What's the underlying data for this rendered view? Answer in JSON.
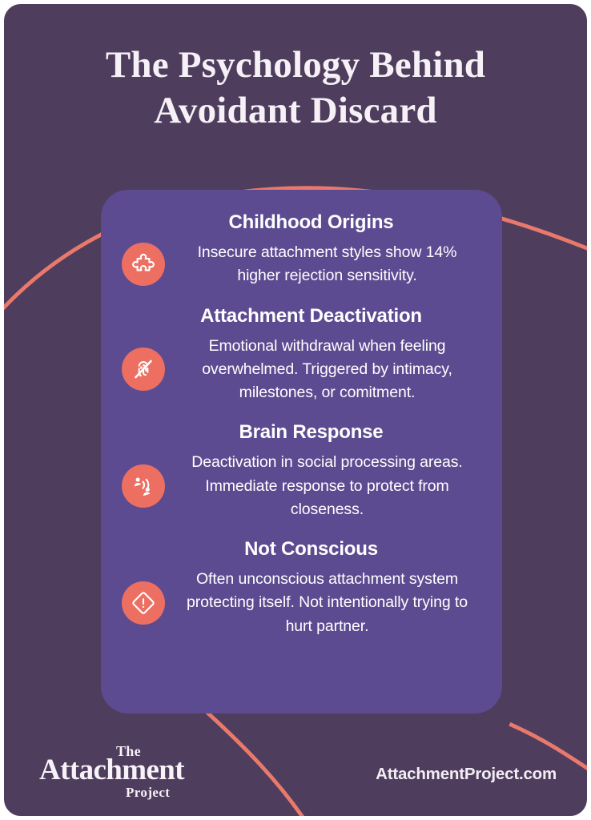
{
  "poster": {
    "title_line1": "The Psychology Behind",
    "title_line2": "Avoidant Discard",
    "background_color": "#4e3d5c",
    "card_color": "#5d4b91",
    "accent_color": "#ec6f62",
    "text_color": "#ffffff"
  },
  "sections": [
    {
      "title": "Childhood Origins",
      "text": "Insecure attachment styles show 14% higher rejection sensitivity.",
      "icon": "puzzle-piece-icon"
    },
    {
      "title": "Attachment Deactivation",
      "text": "Emotional withdrawal when feeling overwhelmed. Triggered by intimacy, milestones, or comitment.",
      "icon": "fingerprint-disabled-icon"
    },
    {
      "title": "Brain Response",
      "text": "Deactivation in social processing areas. Immediate response to protect from closeness.",
      "icon": "social-signal-icon"
    },
    {
      "title": "Not Conscious",
      "text": "Often unconscious attachment system protecting itself. Not intentionally trying to hurt partner.",
      "icon": "alert-diamond-icon"
    }
  ],
  "footer": {
    "logo_the": "The",
    "logo_main": "Attachment",
    "logo_project": "Project",
    "url": "AttachmentProject.com"
  }
}
